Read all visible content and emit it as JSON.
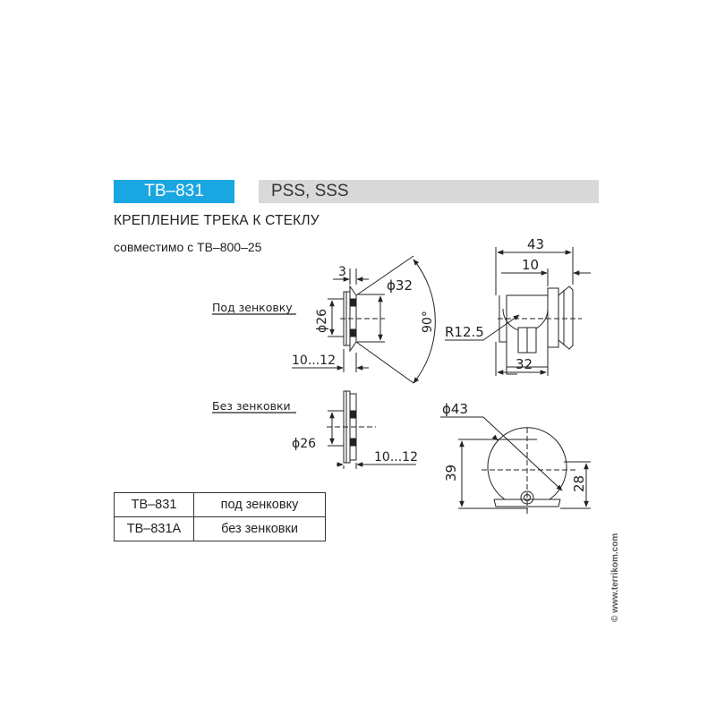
{
  "header": {
    "code": "TB–831",
    "series": "PSS, SSS"
  },
  "title": "КРЕПЛЕНИЕ ТРЕКА К СТЕКЛУ",
  "compatibility": "совместимо с ТВ–800–25",
  "drawing": {
    "label_countersunk": "Под зенковку",
    "label_no_countersink": "Без зенковки",
    "dim_3": "3",
    "dim_d32": "ϕ32",
    "dim_d26_top": "ϕ26",
    "dim_90": "90°",
    "dim_range_top": "10...12",
    "dim_d26_bottom": "ϕ26",
    "dim_range_bottom": "10...12",
    "dim_43": "43",
    "dim_10": "10",
    "dim_r125": "R12.5",
    "dim_32": "32",
    "dim_d43": "ϕ43",
    "dim_39": "39",
    "dim_28": "28"
  },
  "variants_table": {
    "rows": [
      {
        "model": "TB–831",
        "description": "под зенковку"
      },
      {
        "model": "TB–831A",
        "description": "без зенковки"
      }
    ]
  },
  "watermark": "© www.terrikom.com"
}
